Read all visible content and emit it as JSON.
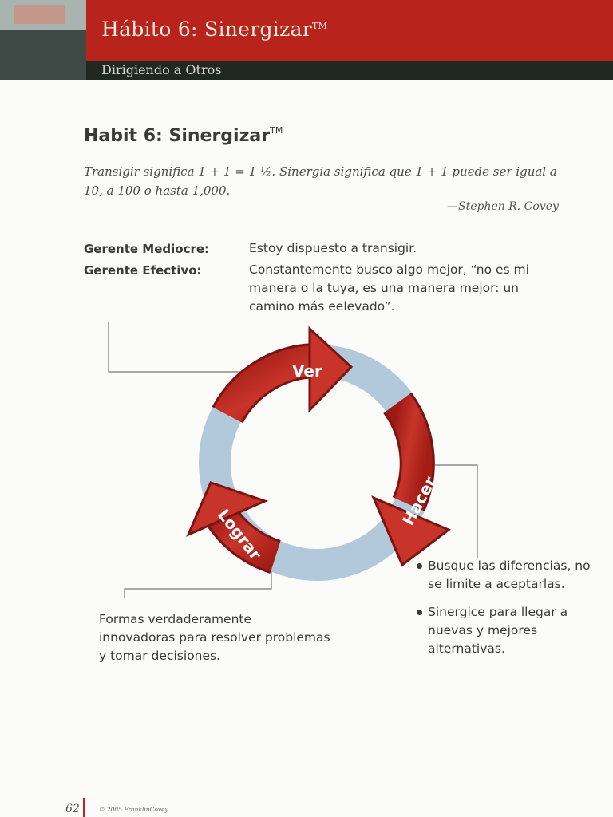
{
  "header": {
    "title": "Hábito 6: Sinergizar",
    "title_mark": "TM",
    "subtitle": "Dirigiendo a Otros"
  },
  "section": {
    "title": "Habit 6: Sinergizar",
    "title_mark": "TM"
  },
  "quote": {
    "text": "Transigir significa 1 + 1 = 1 ½. Sinergia significa que 1 + 1 puede ser igual a 10, a 100 o hasta 1,000.",
    "attribution": "—Stephen R. Covey"
  },
  "comparison": [
    {
      "label": "Gerente Mediocre:",
      "value": "Estoy dispuesto a transigir."
    },
    {
      "label": "Gerente Efectivo:",
      "value": "Constantemente busco algo mejor, “no es mi manera o la tuya, es una manera mejor: un camino más eelevado”."
    }
  ],
  "cycle": {
    "steps": [
      "Ver",
      "Hacer",
      "Lograr"
    ],
    "colors": {
      "arrow": "#b8231b",
      "arrow_edge": "#7a1410",
      "ring": "#a9c3d6"
    }
  },
  "captions": {
    "left": "Formas verdaderamente innovadoras para resolver problemas y tomar decisiones.",
    "bullets": [
      "Busque las diferencias, no se limite a aceptarlas.",
      "Sinergice para llegar a nuevas y mejores alternativas."
    ]
  },
  "footer": {
    "page_number": "62",
    "copyright": "© 2005 FranklinCovey"
  }
}
